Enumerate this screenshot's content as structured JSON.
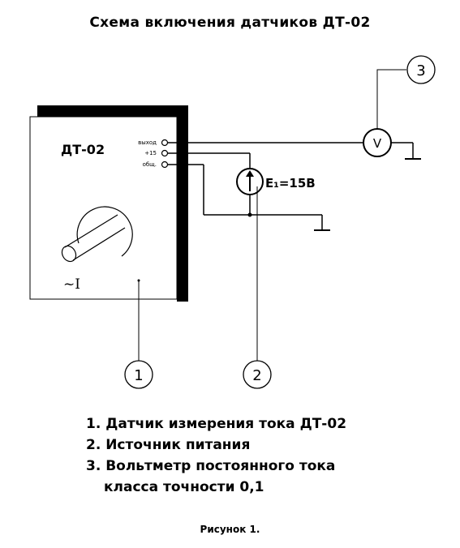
{
  "title": "Схема включения датчиков ДТ-02",
  "sensor": {
    "name": "ДТ-02",
    "terminals": [
      "выход",
      "+15",
      "общ."
    ],
    "current_symbol": "~I"
  },
  "source_label": "E₁=15В",
  "meter_symbol": "V",
  "callouts": [
    "1",
    "2",
    "3"
  ],
  "legend": [
    "1. Датчик измерения тока ДТ-02",
    "2. Источник питания",
    "3. Вольтметр постоянного тока",
    "класса точности 0,1"
  ],
  "caption": "Рисунок 1."
}
